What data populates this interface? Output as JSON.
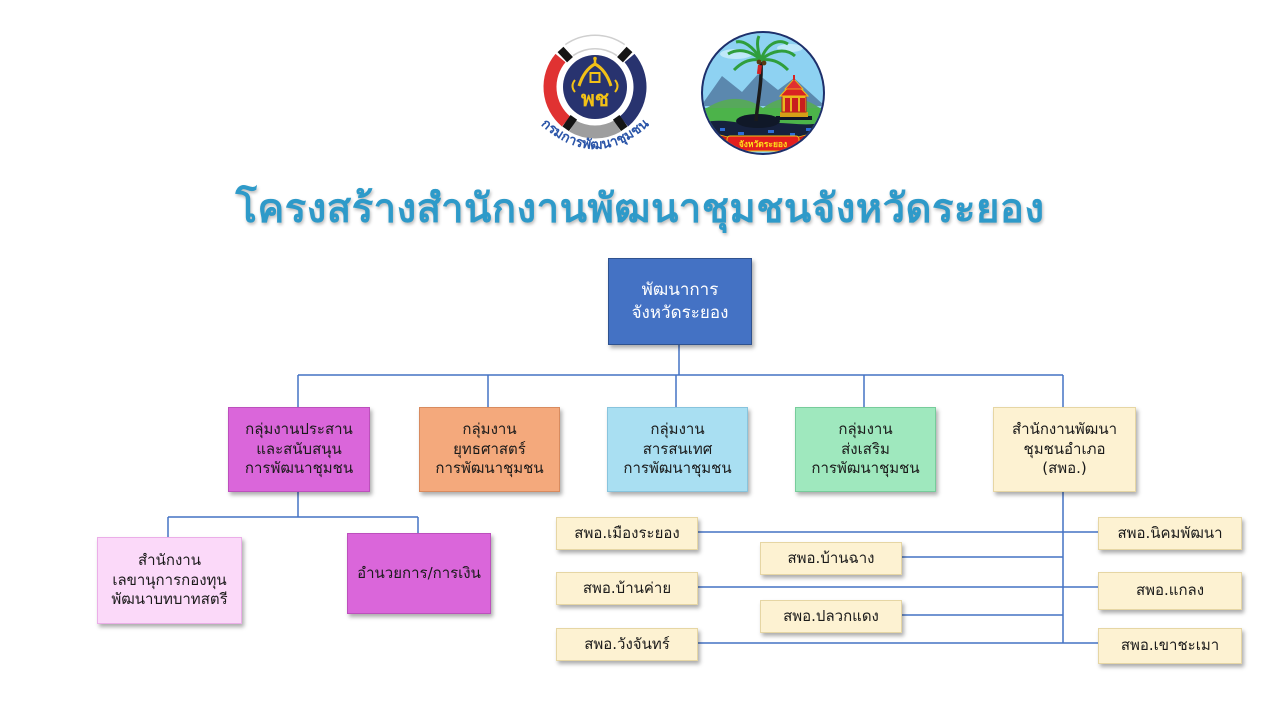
{
  "title": "โครงสร้างสำนักงานพัฒนาชุมชนจังหวัดระยอง",
  "logos": {
    "department_curved_text": "กรมการพัฒนาชุมชน",
    "department_abbr": "พช",
    "province_banner": "จังหวัดระยอง"
  },
  "colors": {
    "title_text": "#2E9AC9",
    "connector": "#4472C4",
    "root_fill": "#4472C4",
    "coordination_fill": "#DA66DA",
    "strategy_fill": "#F4A97C",
    "information_fill": "#A9DFF2",
    "promotion_fill": "#9FE8BE",
    "district_office_fill": "#FDF2D2",
    "women_fund_fill": "#FBD9F9"
  },
  "org": {
    "root": "พัฒนาการ\nจังหวัดระยอง",
    "groups": [
      {
        "label": "กลุ่มงานประสาน\nและสนับสนุน\nการพัฒนาชุมชน"
      },
      {
        "label": "กลุ่มงาน\nยุทธศาสตร์\nการพัฒนาชุมชน"
      },
      {
        "label": "กลุ่มงาน\nสารสนเทศ\nการพัฒนาชุมชน"
      },
      {
        "label": "กลุ่มงาน\nส่งเสริม\nการพัฒนาชุมชน"
      },
      {
        "label": "สำนักงานพัฒนา\nชุมชนอำเภอ\n(สพอ.)"
      }
    ],
    "support_children": [
      {
        "label": "สำนักงาน\nเลขานุการกองทุน\nพัฒนาบทบาทสตรี"
      },
      {
        "label": "อำนวยการ/การเงิน"
      }
    ],
    "districts": [
      "สพอ.เมืองระยอง",
      "สพอ.บ้านฉาง",
      "สพอ.บ้านค่าย",
      "สพอ.ปลวกแดง",
      "สพอ.วังจันทร์",
      "สพอ.นิคมพัฒนา",
      "สพอ.แกลง",
      "สพอ.เขาชะเมา"
    ]
  }
}
